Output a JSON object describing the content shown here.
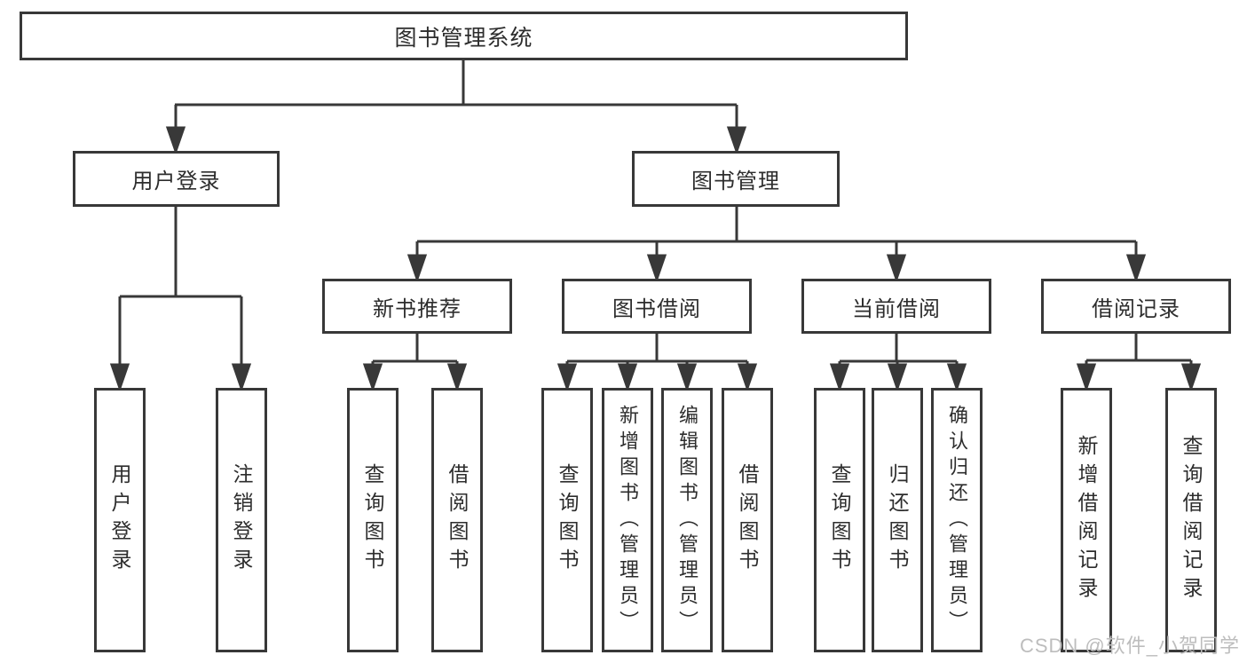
{
  "diagram_type": "hierarchy-tree",
  "tree": {
    "label": "图书管理系统",
    "children": [
      {
        "label": "用户登录",
        "children": [
          {
            "label": "用户登录"
          },
          {
            "label": "注销登录"
          }
        ]
      },
      {
        "label": "图书管理",
        "children": [
          {
            "label": "新书推荐",
            "children": [
              {
                "label": "查询图书"
              },
              {
                "label": "借阅图书"
              }
            ]
          },
          {
            "label": "图书借阅",
            "children": [
              {
                "label": "查询图书"
              },
              {
                "label": "新增图书（管理员）"
              },
              {
                "label": "编辑图书（管理员）"
              },
              {
                "label": "借阅图书"
              }
            ]
          },
          {
            "label": "当前借阅",
            "children": [
              {
                "label": "查询图书"
              },
              {
                "label": "归还图书"
              },
              {
                "label": "确认归还（管理员）"
              }
            ]
          },
          {
            "label": "借阅记录",
            "children": [
              {
                "label": "新增借阅记录"
              },
              {
                "label": "查询借阅记录"
              }
            ]
          }
        ]
      }
    ]
  },
  "watermark": {
    "text": "CSDN @软件_小贺同学",
    "color": "#bdbdbd"
  },
  "colors": {
    "background": "#ffffff",
    "line": "#383838",
    "box_border": "#383838",
    "box_fill": "#ffffff",
    "text": "#2d2d2d"
  }
}
